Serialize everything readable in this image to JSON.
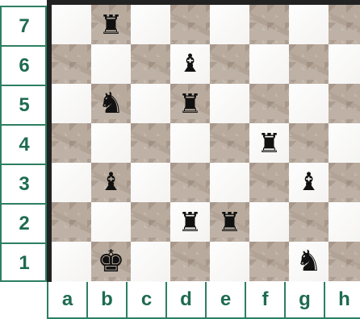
{
  "board": {
    "files": [
      "a",
      "b",
      "c",
      "d",
      "e",
      "f",
      "g",
      "h"
    ],
    "ranks": [
      "7",
      "6",
      "5",
      "4",
      "3",
      "2",
      "1"
    ],
    "pieces": [
      {
        "square": "b7",
        "color": "black",
        "type": "rook",
        "symbol": "♜",
        "icon": "black-rook-icon"
      },
      {
        "square": "d6",
        "color": "black",
        "type": "bishop",
        "symbol": "♝",
        "icon": "black-bishop-icon"
      },
      {
        "square": "b5",
        "color": "black",
        "type": "knight",
        "symbol": "♞",
        "icon": "black-knight-icon"
      },
      {
        "square": "d5",
        "color": "black",
        "type": "rook",
        "symbol": "♜",
        "icon": "black-rook-icon"
      },
      {
        "square": "f4",
        "color": "black",
        "type": "rook",
        "symbol": "♜",
        "icon": "black-rook-icon"
      },
      {
        "square": "b3",
        "color": "black",
        "type": "bishop",
        "symbol": "♝",
        "icon": "black-bishop-icon"
      },
      {
        "square": "g3",
        "color": "black",
        "type": "bishop",
        "symbol": "♝",
        "icon": "black-bishop-icon"
      },
      {
        "square": "d2",
        "color": "black",
        "type": "rook",
        "symbol": "♜",
        "icon": "black-rook-icon"
      },
      {
        "square": "e2",
        "color": "black",
        "type": "rook",
        "symbol": "♜",
        "icon": "black-rook-icon"
      },
      {
        "square": "b1",
        "color": "black",
        "type": "king",
        "symbol": "♚",
        "icon": "black-king-icon"
      },
      {
        "square": "g1",
        "color": "black",
        "type": "knight",
        "symbol": "♞",
        "icon": "black-knight-icon"
      }
    ]
  },
  "colors": {
    "label_green": "#1e6b52",
    "label_border": "#2d7f62",
    "light_square": "#fbfbfb",
    "dark_square": "#b8aa9d",
    "board_frame": "#222222"
  }
}
